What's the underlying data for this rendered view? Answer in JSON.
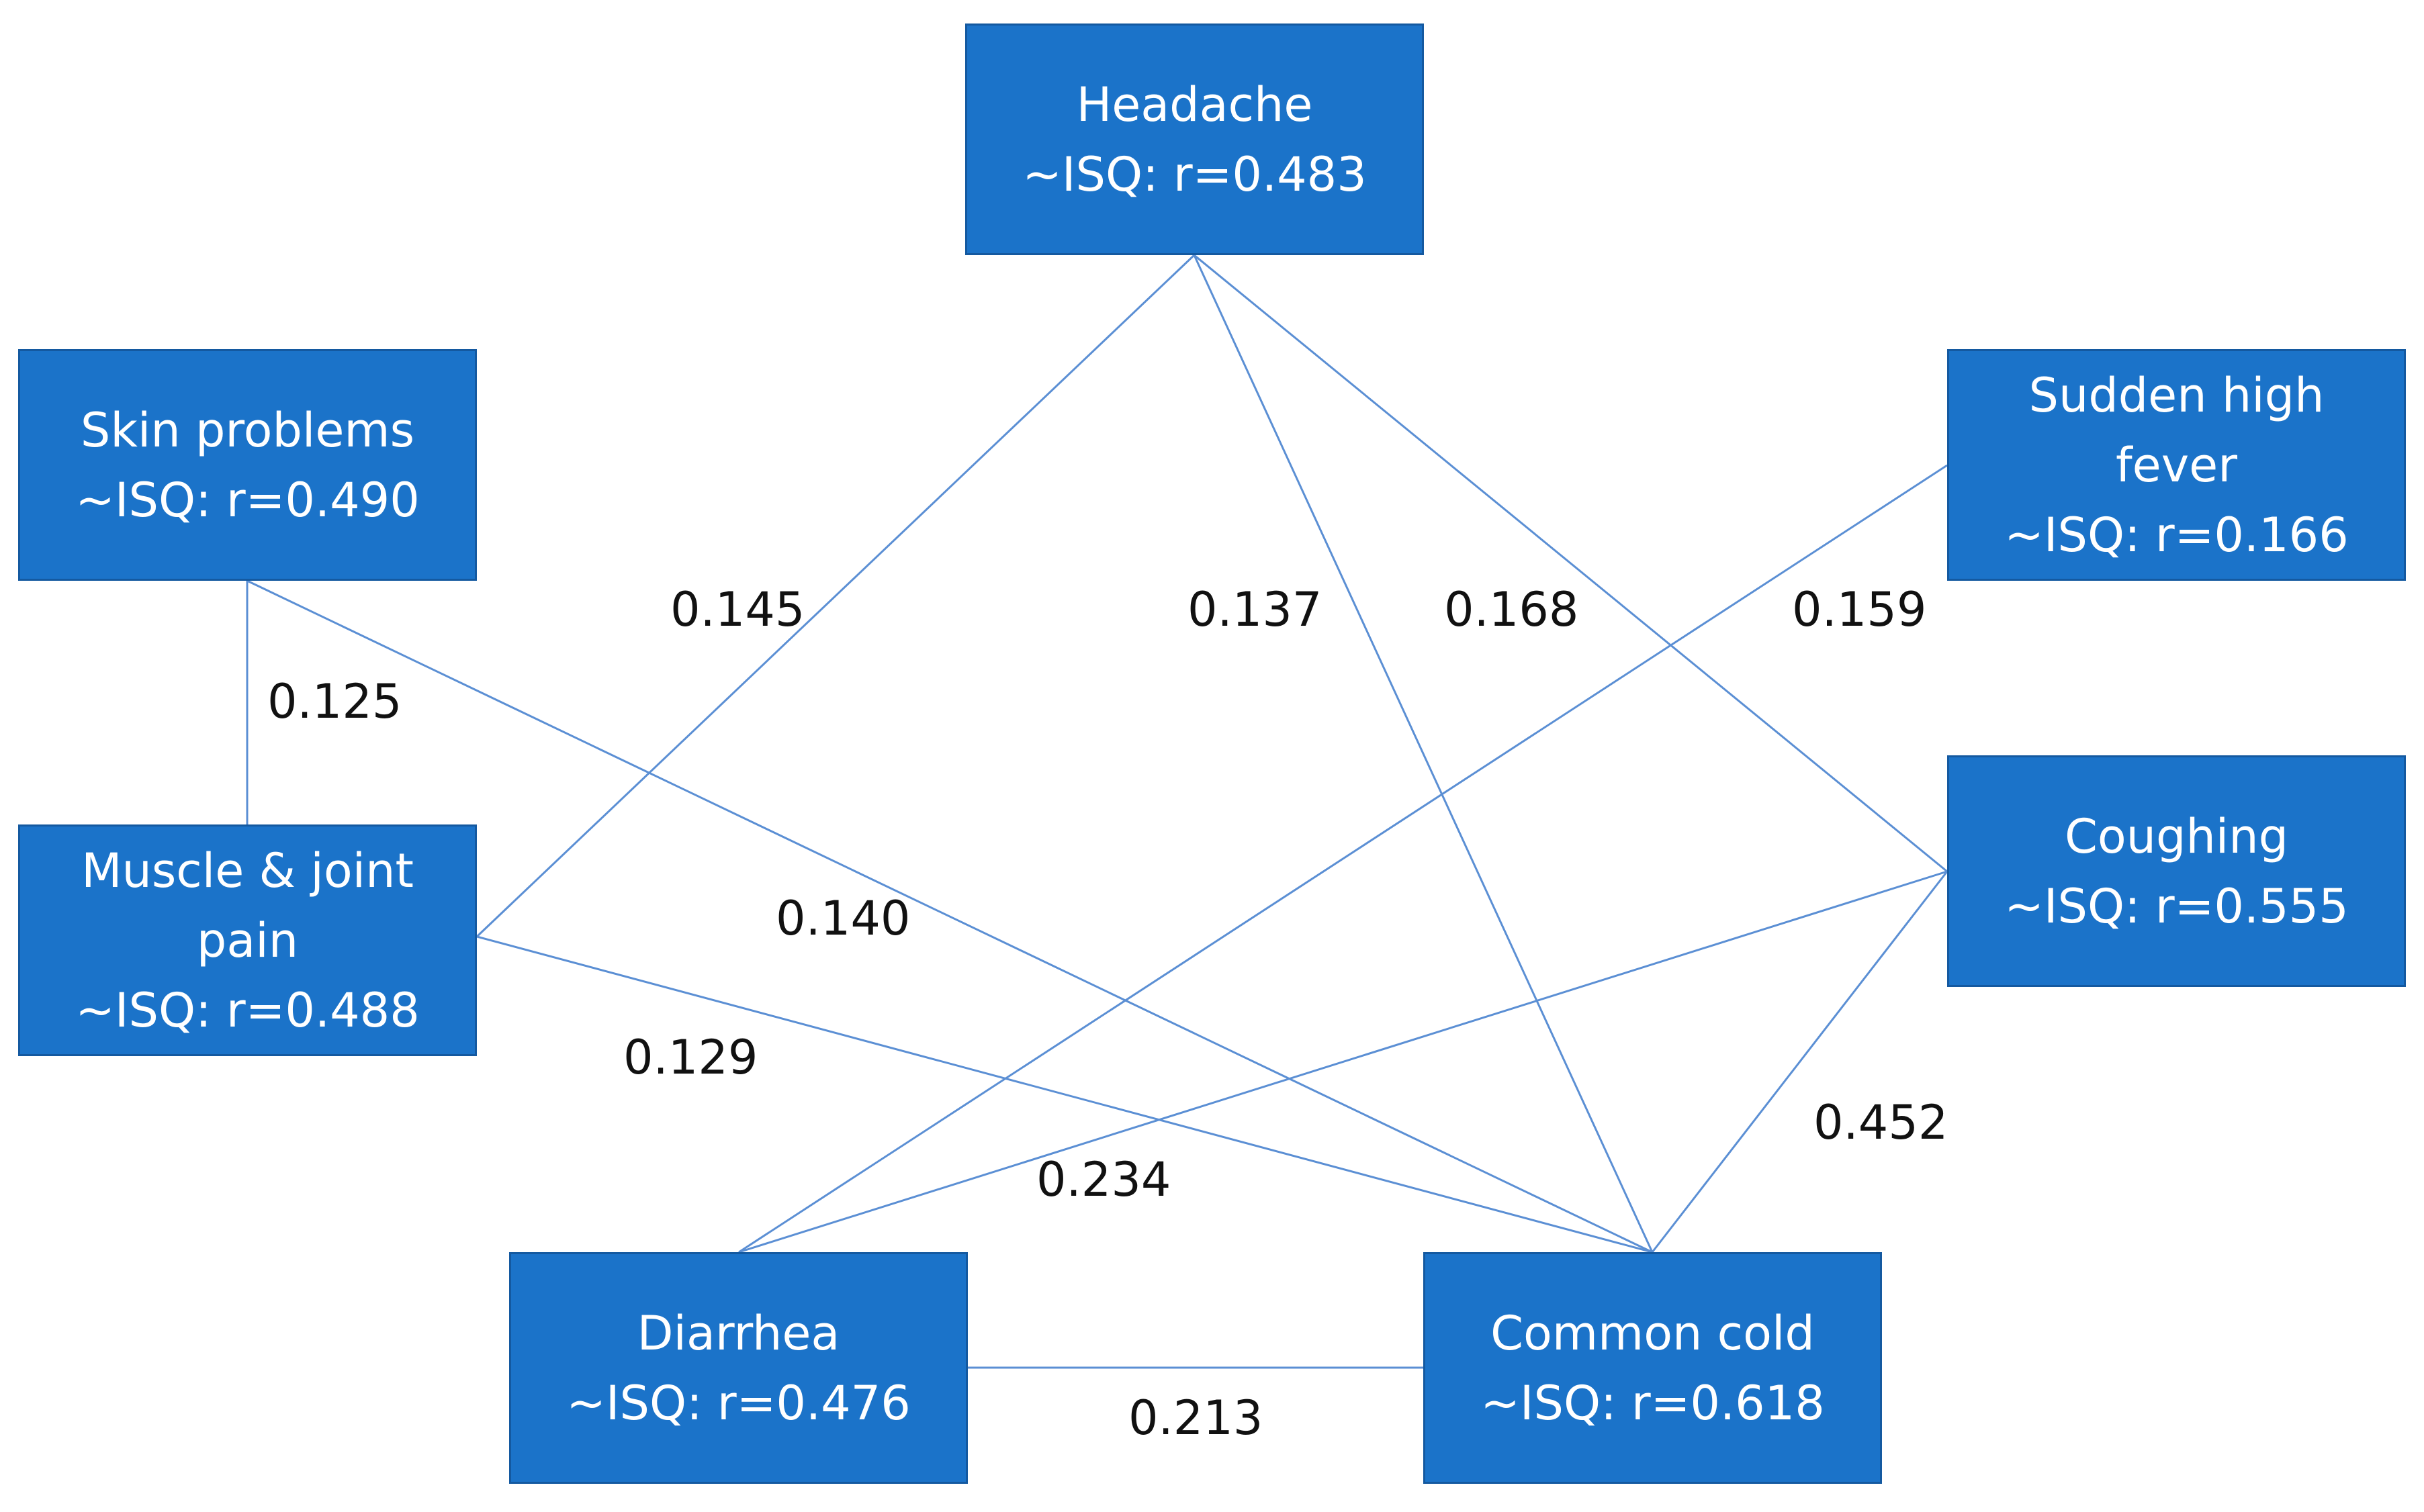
{
  "nodes": {
    "headache": {
      "title": "Headache",
      "stat": "~ISQ: r=0.483"
    },
    "skin": {
      "title": "Skin problems",
      "stat": "~ISQ: r=0.490"
    },
    "muscle": {
      "title": "Muscle & joint",
      "title2": "pain",
      "stat": "~ISQ: r=0.488"
    },
    "fever": {
      "title": "Sudden high",
      "title2": "fever",
      "stat": "~ISQ: r=0.166"
    },
    "coughing": {
      "title": "Coughing",
      "stat": "~ISQ: r=0.555"
    },
    "diarrhea": {
      "title": "Diarrhea",
      "stat": "~ISQ: r=0.476"
    },
    "cold": {
      "title": "Common cold",
      "stat": "~ISQ: r=0.618"
    }
  },
  "edges": {
    "skin_muscle": {
      "from": "skin",
      "to": "muscle",
      "weight": "0.125"
    },
    "headache_muscle": {
      "from": "headache",
      "to": "muscle",
      "weight": "0.145"
    },
    "headache_cold": {
      "from": "headache",
      "to": "cold",
      "weight": "0.137"
    },
    "headache_coughing": {
      "from": "headache",
      "to": "coughing",
      "weight": "0.168"
    },
    "fever_diarrhea": {
      "from": "fever",
      "to": "diarrhea",
      "weight": "0.159"
    },
    "skin_cold": {
      "from": "skin",
      "to": "cold",
      "weight": "0.140"
    },
    "muscle_cold": {
      "from": "muscle",
      "to": "cold",
      "weight": "0.129"
    },
    "coughing_diarrhea": {
      "from": "coughing",
      "to": "diarrhea",
      "weight": "0.234"
    },
    "coughing_cold": {
      "from": "coughing",
      "to": "cold",
      "weight": "0.452"
    },
    "diarrhea_cold": {
      "from": "diarrhea",
      "to": "cold",
      "weight": "0.213"
    }
  },
  "colors": {
    "node_fill": "#1b73c9",
    "node_border": "#1459a0",
    "node_text": "#ffffff",
    "edge_line": "#5b8fd4",
    "edge_label": "#111111"
  }
}
